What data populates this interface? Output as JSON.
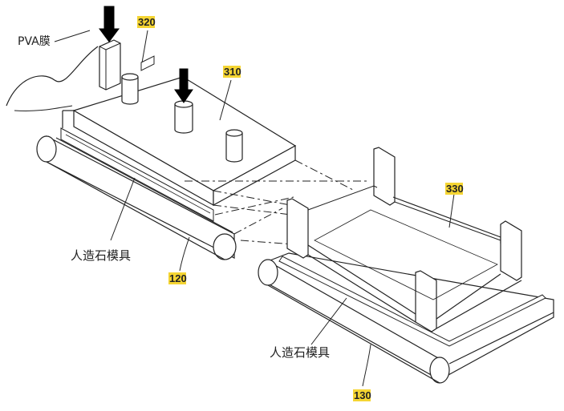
{
  "labels": {
    "film": "PVA膜",
    "mold_left": "人造石模具",
    "mold_right": "人造石模具",
    "ref_320": "320",
    "ref_310": "310",
    "ref_330": "330",
    "ref_120": "120",
    "ref_130": "130"
  },
  "colors": {
    "line": "#222222",
    "tag_highlight": "#f5d533",
    "arrow": "#000000"
  }
}
